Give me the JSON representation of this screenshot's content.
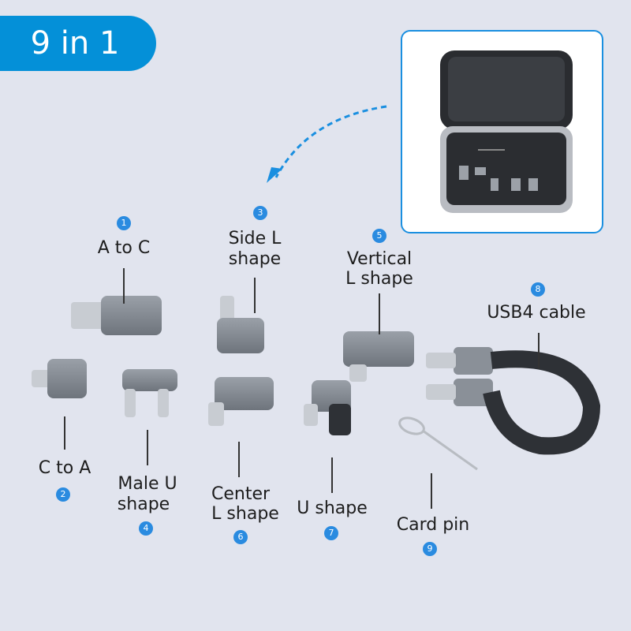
{
  "header": {
    "title": "9 in 1"
  },
  "accent": "#0490d8",
  "items": [
    {
      "number": "1",
      "lines": [
        "A to C"
      ]
    },
    {
      "number": "2",
      "lines": [
        "C to A"
      ]
    },
    {
      "number": "3",
      "lines": [
        "Side L",
        "shape"
      ]
    },
    {
      "number": "4",
      "lines": [
        "Male U",
        "shape"
      ]
    },
    {
      "number": "5",
      "lines": [
        "Vertical",
        "L shape"
      ]
    },
    {
      "number": "6",
      "lines": [
        "Center",
        "L shape"
      ]
    },
    {
      "number": "7",
      "lines": [
        "U shape"
      ]
    },
    {
      "number": "8",
      "lines": [
        "USB4 cable"
      ]
    },
    {
      "number": "9",
      "lines": [
        "Card pin"
      ]
    }
  ]
}
